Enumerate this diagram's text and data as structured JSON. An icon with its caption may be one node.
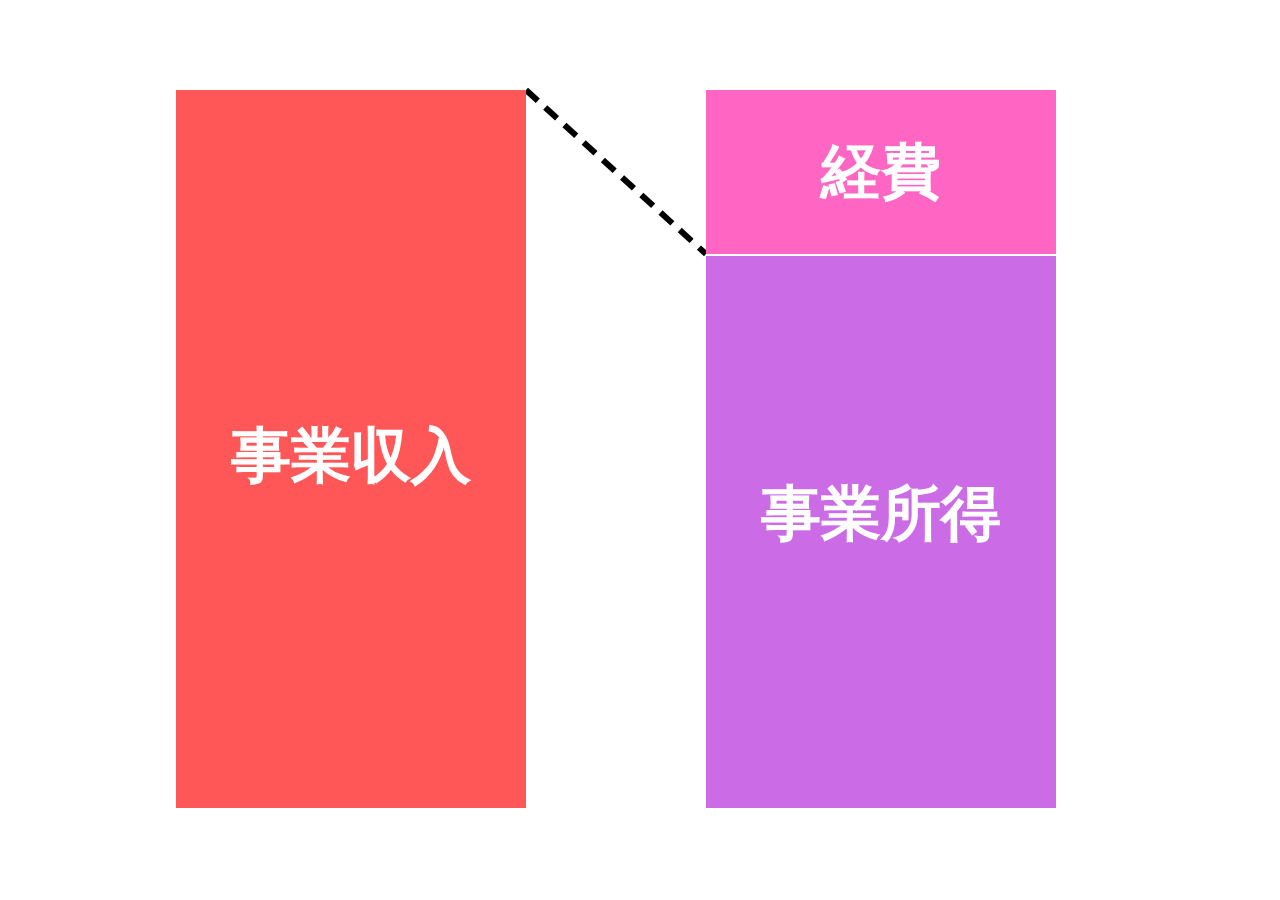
{
  "diagram": {
    "nodes": [
      {
        "text": [
          "事業収入"
        ]
      },
      {
        "text": [
          "経費"
        ]
      },
      {
        "text": [
          "事業所得"
        ]
      }
    ],
    "edges": [
      {
        "from": 0,
        "to": 1,
        "arrow": "none",
        "style": "dashed"
      }
    ]
  }
}
